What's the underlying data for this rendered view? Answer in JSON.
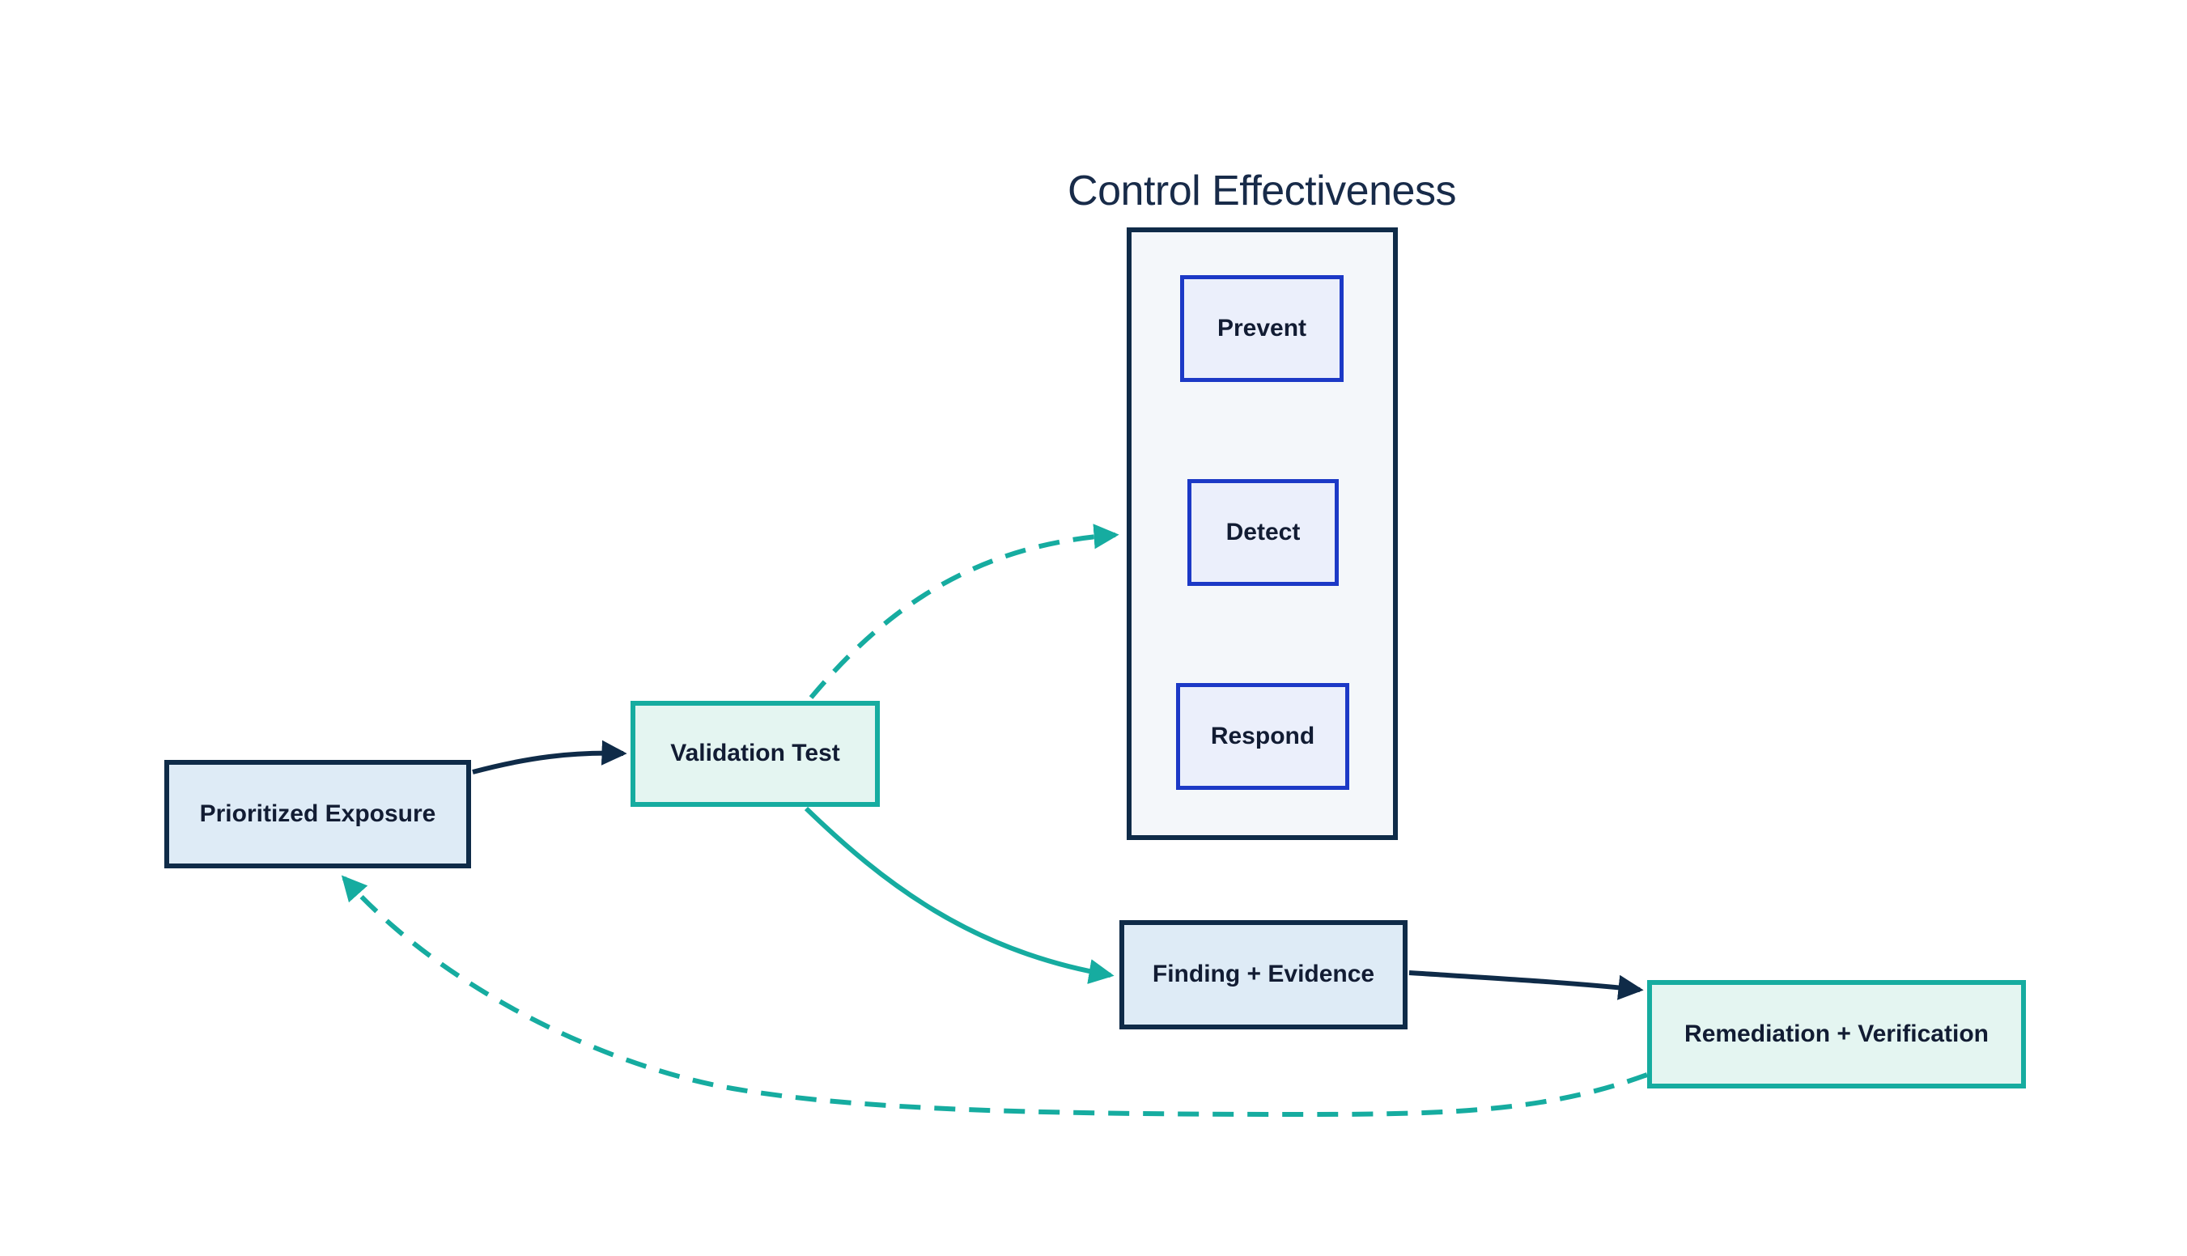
{
  "diagram": {
    "title": "Control Effectiveness",
    "nodes": [
      {
        "id": "prioritized-exposure",
        "label": "Prioritized Exposure",
        "variant": "blue"
      },
      {
        "id": "validation-test",
        "label": "Validation Test",
        "variant": "teal"
      },
      {
        "id": "prevent",
        "label": "Prevent",
        "variant": "indigo"
      },
      {
        "id": "detect",
        "label": "Detect",
        "variant": "indigo"
      },
      {
        "id": "respond",
        "label": "Respond",
        "variant": "indigo"
      },
      {
        "id": "finding-evidence",
        "label": "Finding + Evidence",
        "variant": "blue"
      },
      {
        "id": "remediation-verification",
        "label": "Remediation + Verification",
        "variant": "teal"
      }
    ],
    "edges": [
      {
        "from": "prioritized-exposure",
        "to": "validation-test",
        "line": "solid",
        "color": "navy"
      },
      {
        "from": "validation-test",
        "to": "control-effectiveness-detect",
        "line": "dashed",
        "color": "teal"
      },
      {
        "from": "validation-test",
        "to": "finding-evidence",
        "line": "solid",
        "color": "teal"
      },
      {
        "from": "finding-evidence",
        "to": "remediation-verification",
        "line": "solid",
        "color": "navy"
      },
      {
        "from": "remediation-verification",
        "to": "prioritized-exposure",
        "line": "dashed",
        "color": "teal"
      }
    ],
    "colors": {
      "navy": "#0f2b48",
      "teal": "#16aca0",
      "indigo": "#1c39c6",
      "fill_blue": "#deebf6",
      "fill_teal": "#e4f5f1",
      "fill_indigo": "#ebeffb",
      "fill_container": "#f4f7fa",
      "text": "#121c33",
      "background": "#ffffff"
    }
  }
}
